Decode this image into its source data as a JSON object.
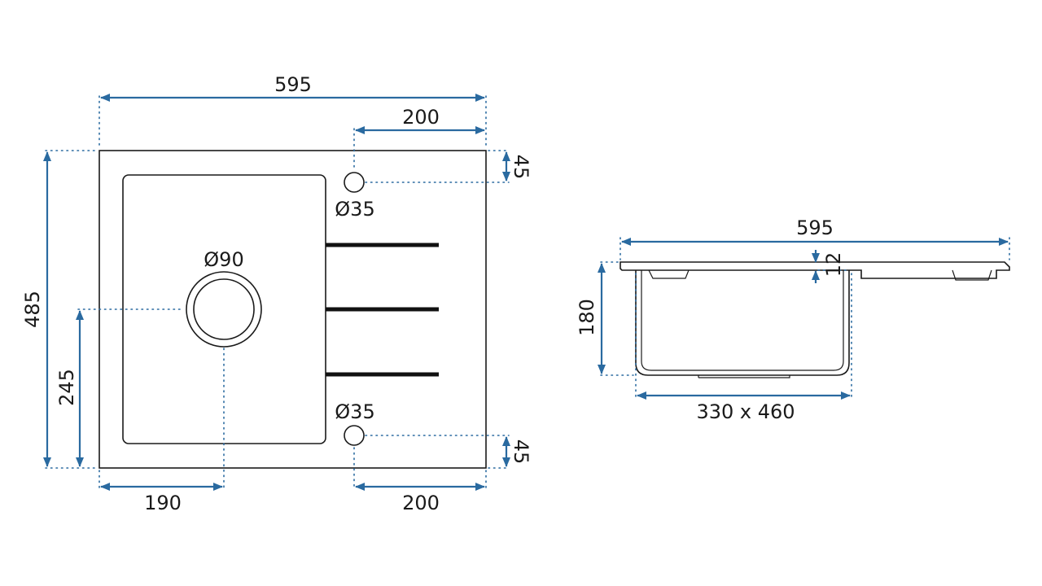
{
  "colors": {
    "dimension": "#2a6aa0",
    "outline": "#1a1a1a"
  },
  "top_view": {
    "width_label": "595",
    "tray_width_label": "200",
    "top_hole_offset_label": "45",
    "top_hole_diameter_label": "Ø35",
    "height_label": "485",
    "drain_diameter_label": "Ø90",
    "drain_height_label": "245",
    "bottom_hole_diameter_label": "Ø35",
    "bottom_hole_offset_label": "45",
    "drain_offset_label": "190",
    "bottom_tray_width_label": "200"
  },
  "side_view": {
    "width_label": "595",
    "rim_thickness_label": "12",
    "depth_label": "180",
    "bowl_size_label": "330 x 460"
  }
}
